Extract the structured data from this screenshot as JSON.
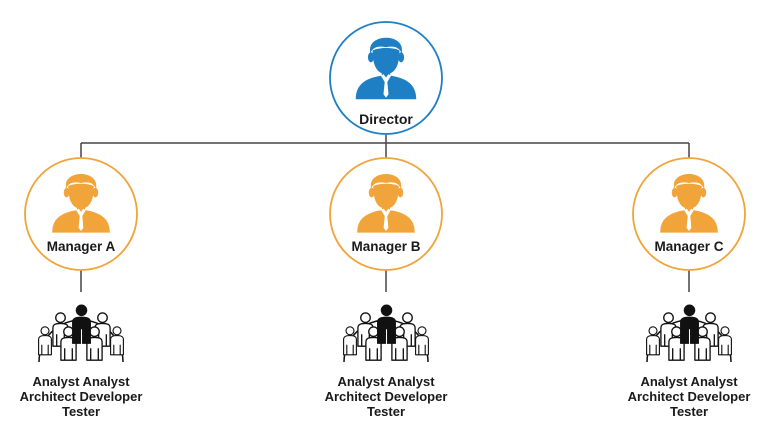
{
  "director": {
    "label": "Director",
    "color": "#1f7fc4"
  },
  "managers": [
    {
      "label": "Manager A",
      "team_line1": "Analyst Analyst",
      "team_line2": "Architect Developer",
      "team_line3": "Tester"
    },
    {
      "label": "Manager B",
      "team_line1": "Analyst Analyst",
      "team_line2": "Architect Developer",
      "team_line3": "Tester"
    },
    {
      "label": "Manager C",
      "team_line1": "Analyst Analyst",
      "team_line2": "Architect Developer",
      "team_line3": "Tester"
    }
  ],
  "colors": {
    "director": "#1f7fc4",
    "manager": "#f0a43a",
    "line": "#444444",
    "team_dark": "#111111"
  },
  "icons": {
    "director": "businessman-icon",
    "manager": "businessman-icon",
    "team": "team-group-icon"
  }
}
